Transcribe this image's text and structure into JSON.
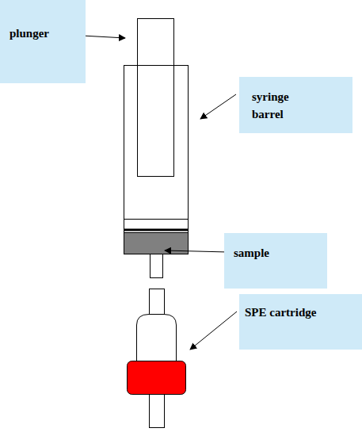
{
  "diagram": {
    "nodes": [
      {
        "text": [
          "plunger"
        ]
      },
      {
        "text": [
          "syringe barrel"
        ]
      },
      {
        "text": [
          "sample"
        ]
      },
      {
        "text": [
          "SPE cartridge"
        ]
      }
    ]
  }
}
